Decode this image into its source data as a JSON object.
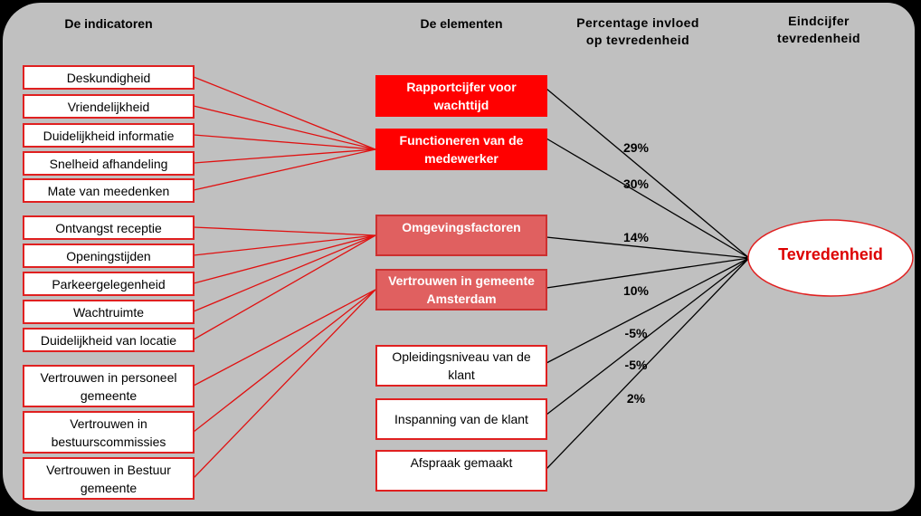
{
  "headers": {
    "indicators": "De indicatoren",
    "elements": "De elementen",
    "percentage_line1": "Percentage invloed",
    "percentage_line2": "op tevredenheid",
    "final_line1": "Eindcijfer",
    "final_line2": "tevredenheid"
  },
  "indicators": [
    {
      "label": "Deskundigheid",
      "element": 1
    },
    {
      "label": "Vriendelijkheid",
      "element": 1
    },
    {
      "label": "Duidelijkheid informatie",
      "element": 1
    },
    {
      "label": "Snelheid afhandeling",
      "element": 1
    },
    {
      "label": "Mate van meedenken",
      "element": 1
    },
    {
      "label": "Ontvangst receptie",
      "element": 2
    },
    {
      "label": "Openingstijden",
      "element": 2
    },
    {
      "label": "Parkeergelegenheid",
      "element": 2
    },
    {
      "label": "Wachtruimte",
      "element": 2
    },
    {
      "label": "Duidelijkheid van locatie",
      "element": 2
    },
    {
      "label": "Vertrouwen in personeel gemeente",
      "element": 3
    },
    {
      "label": "Vertrouwen in bestuurscommissies",
      "element": 3
    },
    {
      "label": "Vertrouwen in Bestuur gemeente",
      "element": 3
    }
  ],
  "elements": [
    {
      "label": "Rapportcijfer voor wachttijd",
      "influence": "29%"
    },
    {
      "label": "Functioneren van de medewerker",
      "influence": "30%"
    },
    {
      "label": "Omgevingsfactoren",
      "influence": "14%"
    },
    {
      "label": "Vertrouwen in gemeente Amsterdam",
      "influence": "10%"
    },
    {
      "label": "Opleidingsniveau van de klant",
      "influence": "-5%"
    },
    {
      "label": "Inspanning van de klant",
      "influence": "-5%"
    },
    {
      "label": "Afspraak gemaakt",
      "influence": "2%"
    }
  ],
  "outcome": "Tevredenheid",
  "colors": {
    "red": "#ff0000",
    "muted_red": "#e06060",
    "panel": "#c0c0c0",
    "outcome_text": "#dd0000"
  }
}
